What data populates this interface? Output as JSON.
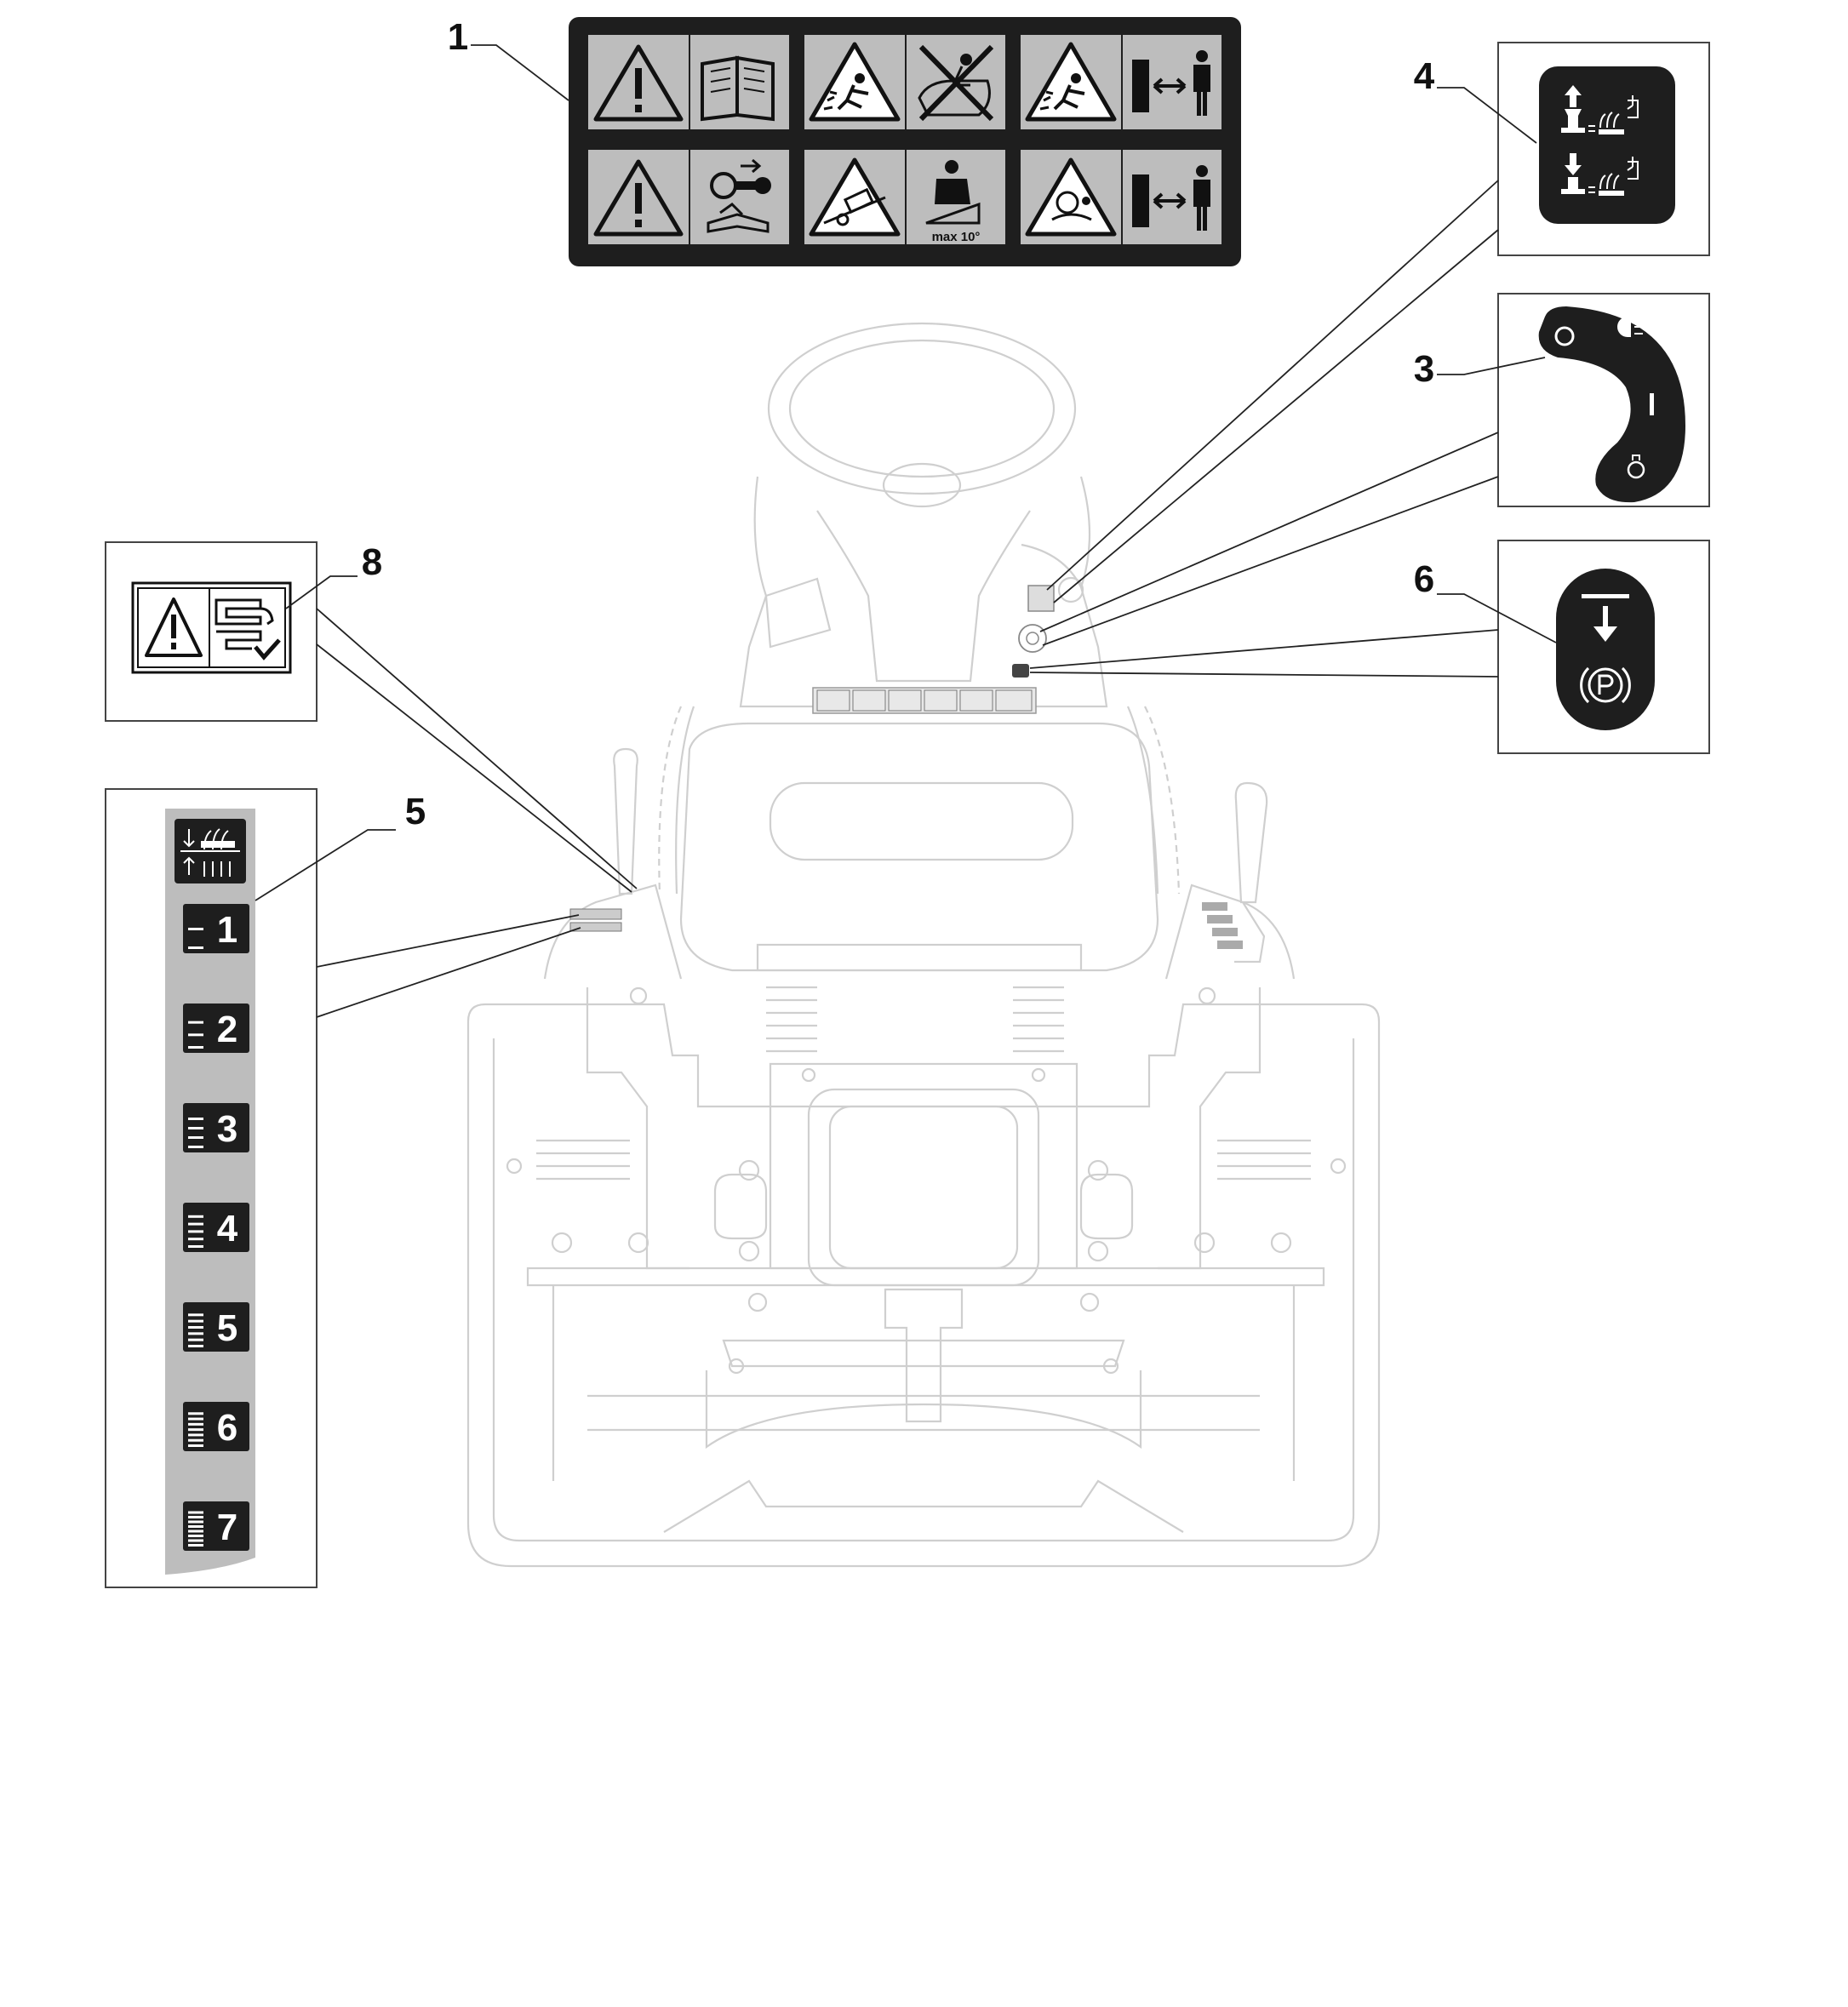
{
  "callouts": [
    {
      "id": "1",
      "label": "1"
    },
    {
      "id": "3",
      "label": "3"
    },
    {
      "id": "4",
      "label": "4"
    },
    {
      "id": "5",
      "label": "5"
    },
    {
      "id": "6",
      "label": "6"
    },
    {
      "id": "8",
      "label": "8"
    }
  ],
  "decal1": {
    "slope_text": "max 10°",
    "icons": [
      "warning-triangle-icon",
      "manual-book-icon",
      "ejected-objects-icon",
      "no-passengers-icon",
      "keep-distance-icon",
      "remove-key-icon",
      "rollover-icon",
      "slope-limit-icon",
      "collision-icon"
    ]
  },
  "decal4": {
    "icons": [
      "deck-raise-icon",
      "deck-lower-icon"
    ]
  },
  "decal3": {
    "icons": [
      "off-icon",
      "lights-icon",
      "on-icon",
      "start-icon"
    ]
  },
  "decal6": {
    "icons": [
      "brake-down-icon",
      "parking-brake-icon"
    ]
  },
  "decal8": {
    "icons": [
      "warning-triangle-icon",
      "hand-crush-icon"
    ]
  },
  "decal5": {
    "heights": [
      "1",
      "2",
      "3",
      "4",
      "5",
      "6",
      "7"
    ],
    "icons": [
      "cutting-height-icon"
    ]
  },
  "colors": {
    "decal_black": "#1e1e1e",
    "decal_grey": "#bdbdbd",
    "machine_line": "#cfcfcf"
  }
}
